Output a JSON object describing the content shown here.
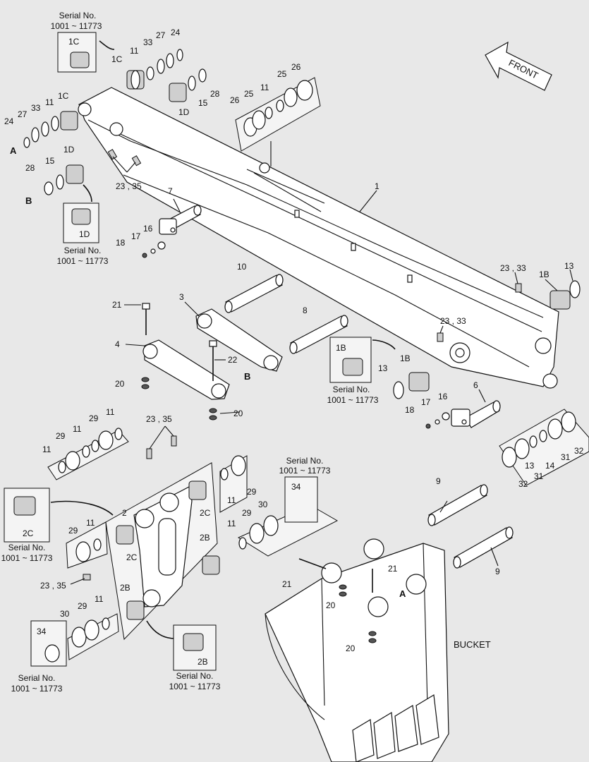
{
  "serial_note": {
    "line1": "Serial No.",
    "line2": "1001 ~ 11773"
  },
  "front_label": "FRONT",
  "bucket_label": "BUCKET",
  "ref": {
    "A": "A",
    "B": "B"
  },
  "callouts": {
    "n1": "1",
    "n2": "2",
    "n3": "3",
    "n4": "4",
    "n6": "6",
    "n7": "7",
    "n8": "8",
    "n9": "9",
    "n10": "10",
    "n11": "11",
    "n13": "13",
    "n14": "14",
    "n15": "15",
    "n16": "16",
    "n17": "17",
    "n18": "18",
    "n20": "20",
    "n21": "21",
    "n22": "22",
    "n24": "24",
    "n25": "25",
    "n26": "26",
    "n27": "27",
    "n28": "28",
    "n29": "29",
    "n30": "30",
    "n31": "31",
    "n32": "32",
    "n33": "33",
    "n34": "34",
    "c1B": "1B",
    "c1C": "1C",
    "c1D": "1D",
    "c2B": "2B",
    "c2C": "2C",
    "c23_35": "23 , 35",
    "c23_33": "23 , 33"
  }
}
